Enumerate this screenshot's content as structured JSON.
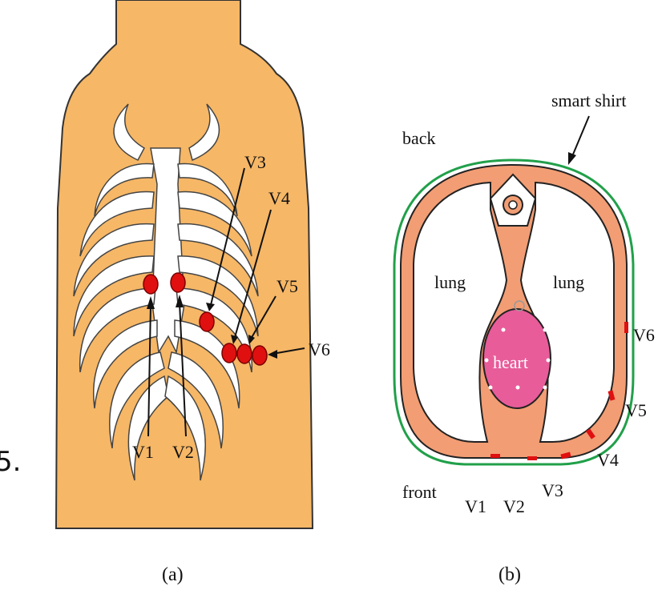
{
  "panel_a": {
    "caption": "(a)",
    "electrodes": [
      "V1",
      "V2",
      "V3",
      "V4",
      "V5",
      "V6"
    ],
    "edge_fragment": "5."
  },
  "panel_b": {
    "caption": "(b)",
    "labels": {
      "back": "back",
      "front": "front",
      "smart_shirt": "smart shirt",
      "lung_left": "lung",
      "lung_right": "lung",
      "heart": "heart"
    },
    "electrodes": [
      "V1",
      "V2",
      "V3",
      "V4",
      "V5",
      "V6"
    ]
  },
  "colors": {
    "skin": "#F6B766",
    "bone": "#FFFFFF",
    "electrode": "#E01010",
    "torso_section": "#F29D74",
    "heart": "#E85C9A",
    "shirt": "#21A04A",
    "outline": "#222222"
  }
}
